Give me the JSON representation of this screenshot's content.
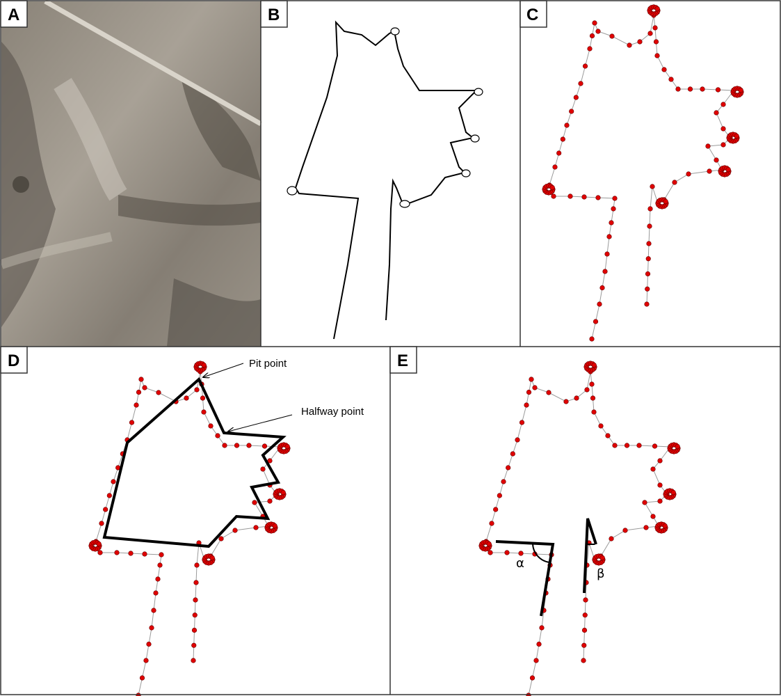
{
  "panels": {
    "a": {
      "label": "A"
    },
    "b": {
      "label": "B"
    },
    "c": {
      "label": "C"
    },
    "d": {
      "label": "D",
      "pit_label": "Pit point",
      "halfway_label": "Halfway point"
    },
    "e": {
      "label": "E",
      "alpha": "α",
      "beta": "β"
    }
  },
  "colors": {
    "point": "#e00000",
    "track": "#9a9a9a",
    "hull": "#000000",
    "border": "#333333"
  }
}
